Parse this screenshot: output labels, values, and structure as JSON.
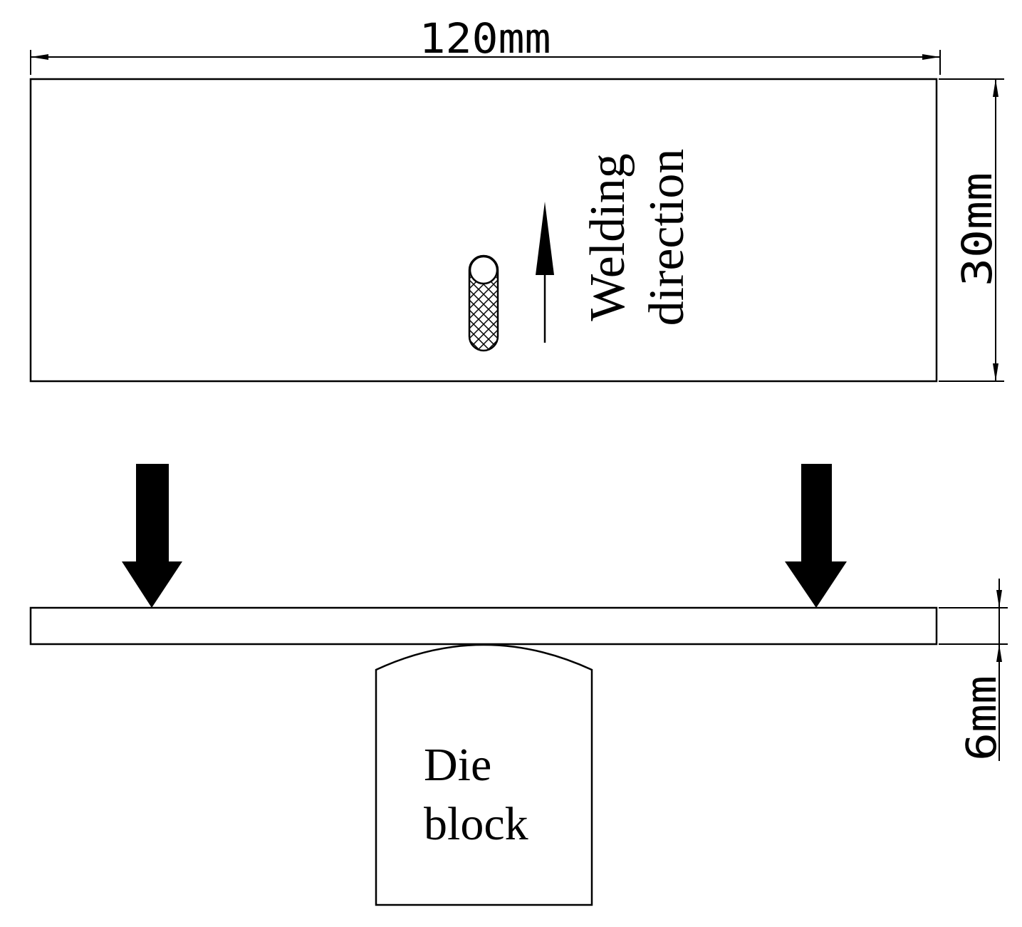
{
  "dimensions": {
    "length": "120mm",
    "width": "30mm",
    "thickness": "6mm"
  },
  "labels": {
    "welding_line1": "Welding",
    "welding_line2": "direction",
    "die_line1": "Die",
    "die_line2": "block"
  },
  "icons": {
    "weld_bead": "weld-bead-icon",
    "direction_arrow": "arrow-up-icon",
    "load_arrows": "arrow-down-icon"
  },
  "colors": {
    "stroke": "#000000",
    "background": "#ffffff"
  }
}
